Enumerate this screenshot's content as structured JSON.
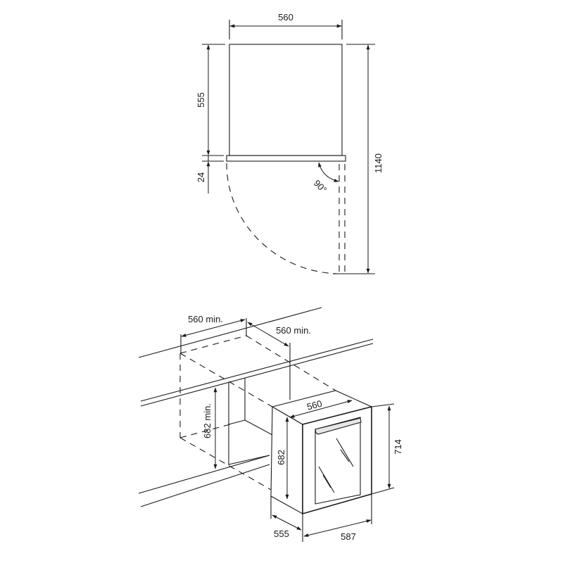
{
  "top_view": {
    "width_label": "560",
    "depth_label": "555",
    "door_thickness_label": "24",
    "total_depth_label": "1140",
    "door_angle_label": "90°"
  },
  "iso_view": {
    "niche_width_label": "560 min.",
    "niche_depth_label": "560 min.",
    "niche_height_label": "682 min.",
    "appliance_width_label": "560",
    "appliance_height_label": "682",
    "front_height_label": "714",
    "appliance_depth_label": "555",
    "front_width_label": "587"
  }
}
